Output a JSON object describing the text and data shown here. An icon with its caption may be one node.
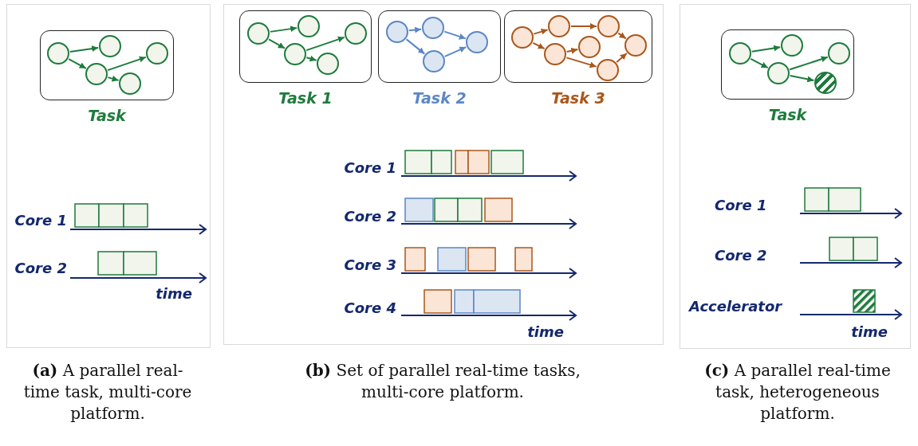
{
  "diagram": {
    "nodes": [
      {
        "text": [
          "Task"
        ]
      },
      {
        "text": [],
        "shape": "circle",
        "in": 0
      },
      {
        "text": [],
        "shape": "circle",
        "in": 0
      },
      {
        "text": [],
        "shape": "circle",
        "in": 0
      },
      {
        "text": [],
        "shape": "circle",
        "in": 0
      },
      {
        "text": [],
        "shape": "circle",
        "in": 0
      },
      {
        "text": [
          "Task 1"
        ]
      },
      {
        "text": [],
        "shape": "circle",
        "in": 6
      },
      {
        "text": [],
        "shape": "circle",
        "in": 6
      },
      {
        "text": [],
        "shape": "circle",
        "in": 6
      },
      {
        "text": [],
        "shape": "circle",
        "in": 6
      },
      {
        "text": [],
        "shape": "circle",
        "in": 6
      },
      {
        "text": [
          "Task 2"
        ]
      },
      {
        "text": [],
        "shape": "circle",
        "in": 12
      },
      {
        "text": [],
        "shape": "circle",
        "in": 12
      },
      {
        "text": [],
        "shape": "circle",
        "in": 12
      },
      {
        "text": [],
        "shape": "circle",
        "in": 12
      },
      {
        "text": [
          "Task 3"
        ]
      },
      {
        "text": [],
        "shape": "circle",
        "in": 17
      },
      {
        "text": [],
        "shape": "circle",
        "in": 17
      },
      {
        "text": [],
        "shape": "circle",
        "in": 17
      },
      {
        "text": [],
        "shape": "circle",
        "in": 17
      },
      {
        "text": [],
        "shape": "circle",
        "in": 17
      },
      {
        "text": [],
        "shape": "circle",
        "in": 17
      },
      {
        "text": [],
        "shape": "circle",
        "in": 17
      },
      {
        "text": [
          "Task"
        ]
      },
      {
        "text": [],
        "shape": "circle",
        "in": 25
      },
      {
        "text": [],
        "shape": "circle",
        "in": 25
      },
      {
        "text": [],
        "shape": "circle",
        "in": 25
      },
      {
        "text": [],
        "shape": "circle",
        "in": 25
      },
      {
        "text": [],
        "shape": "circle",
        "in": 25
      }
    ],
    "edges": [
      {
        "from": 1,
        "to": 2,
        "arrow": "to"
      },
      {
        "from": 1,
        "to": 3,
        "arrow": "to"
      },
      {
        "from": 3,
        "to": 4,
        "arrow": "to"
      },
      {
        "from": 3,
        "to": 5,
        "arrow": "to"
      },
      {
        "from": 7,
        "to": 8,
        "arrow": "to"
      },
      {
        "from": 7,
        "to": 9,
        "arrow": "to"
      },
      {
        "from": 9,
        "to": 10,
        "arrow": "to"
      },
      {
        "from": 9,
        "to": 11,
        "arrow": "to"
      },
      {
        "from": 13,
        "to": 14,
        "arrow": "to",
        "color": "#5b87c4"
      },
      {
        "from": 13,
        "to": 15,
        "arrow": "to",
        "color": "#5b87c4"
      },
      {
        "from": 14,
        "to": 16,
        "arrow": "to",
        "color": "#5b87c4"
      },
      {
        "from": 15,
        "to": 16,
        "arrow": "to",
        "color": "#5b87c4"
      },
      {
        "from": 18,
        "to": 19,
        "arrow": "to",
        "color": "#a9571c"
      },
      {
        "from": 18,
        "to": 20,
        "arrow": "to",
        "color": "#a9571c"
      },
      {
        "from": 19,
        "to": 22,
        "arrow": "to",
        "color": "#a9571c"
      },
      {
        "from": 20,
        "to": 21,
        "arrow": "to",
        "color": "#a9571c"
      },
      {
        "from": 20,
        "to": 23,
        "arrow": "to",
        "color": "#a9571c"
      },
      {
        "from": 22,
        "to": 24,
        "arrow": "to",
        "color": "#a9571c"
      },
      {
        "from": 23,
        "to": 24,
        "arrow": "to",
        "color": "#a9571c"
      },
      {
        "from": 26,
        "to": 27,
        "arrow": "to"
      },
      {
        "from": 26,
        "to": 28,
        "arrow": "to"
      },
      {
        "from": 28,
        "to": 29,
        "arrow": "to"
      },
      {
        "from": 28,
        "to": 30,
        "arrow": "to"
      }
    ],
    "labels": [
      "Core 1",
      "Core 2",
      "time",
      "Core 1",
      "Core 2",
      "Core 3",
      "Core 4",
      "time",
      "Core 1",
      "Core 2",
      "Accelerator",
      "time",
      "**(a)** A parallel real-time task, multi-core platform.",
      "**(b)** Set of parallel real-time tasks, multi-core platform.",
      "**(c)** A parallel real-time task, heterogeneous platform."
    ]
  }
}
